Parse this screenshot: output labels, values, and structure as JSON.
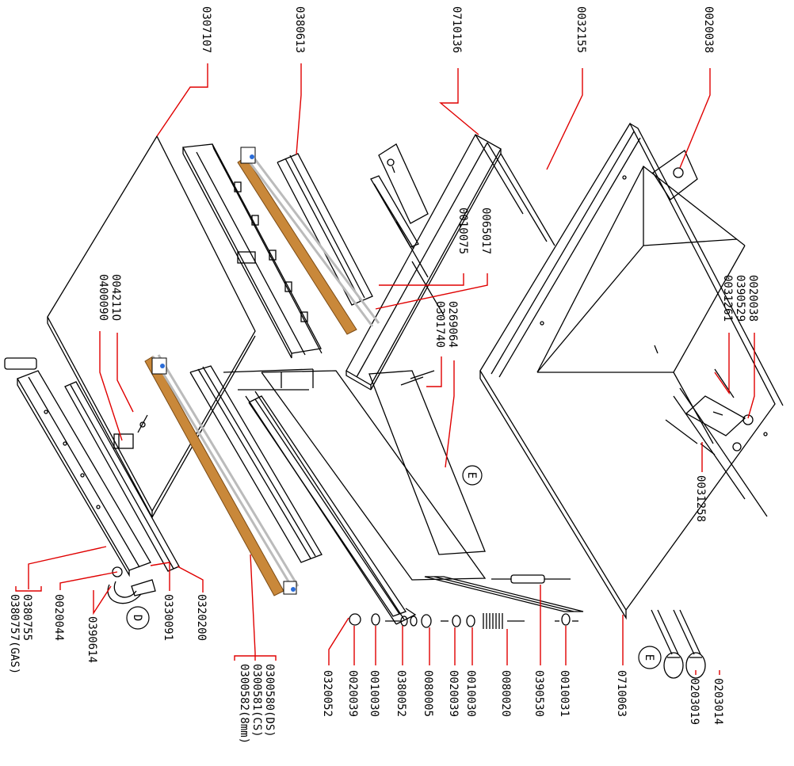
{
  "diagram": {
    "colors": {
      "leader": "#e00000",
      "outline": "#000000",
      "strip_fill": "#c9883a",
      "strip_rod": "#bbbbbb",
      "accent": "#2a6cd8"
    },
    "labels": {
      "l0020038_top": "0020038",
      "l0032155": "0032155",
      "l0710136": "0710136",
      "l0380613": "0380613",
      "l0307107": "0307107",
      "l0065017": "0065017",
      "l0010075": "0010075",
      "l0269064": "0269064",
      "l0301740": "0301740",
      "l0020038_mid": "0020038",
      "l0390529": "0390529",
      "l0031261": "0031261",
      "l0031258": "0031258",
      "l0042110": "004211O",
      "l0400090": "0400090",
      "l0380755": "0380755",
      "l0380757": "0380757(GAS)",
      "l0020044": "0020044",
      "l0390614": "0390614",
      "l0330091": "0330091",
      "l0320200": "0320200",
      "l0300580": "0300580(DS)",
      "l0300581": "0300581(CS)",
      "l0300582": "0300582(8mm)",
      "l0320052": "0320052",
      "l0020039_a": "0020039",
      "l0010030_a": "0010030",
      "l0380052": "0380052",
      "l0080005": "0080005",
      "l0020039_b": "0020039",
      "l0010030_b": "0010030",
      "l0080020": "0080020",
      "l0390530": "0390530",
      "l0010031": "0010031",
      "l0710063": "0710063",
      "l0203019": "0203019",
      "l0203014": "0203014"
    },
    "detail_markers": {
      "e_top": "E",
      "e_bottom": "E",
      "d": "D"
    }
  }
}
